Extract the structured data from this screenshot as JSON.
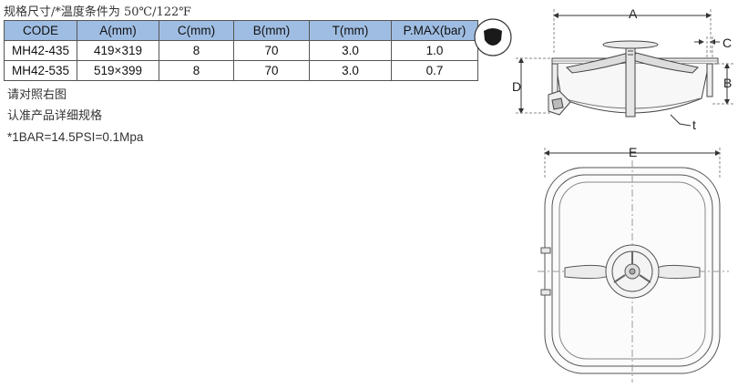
{
  "title": "规格尺寸/*温度条件为 50℃/122℉",
  "table": {
    "headers": [
      "CODE",
      "A(mm)",
      "C(mm)",
      "B(mm)",
      "T(mm)",
      "P.MAX(bar)"
    ],
    "rows": [
      [
        "MH42-435",
        "419×319",
        "8",
        "70",
        "3.0",
        "1.0"
      ],
      [
        "MH42-535",
        "519×399",
        "8",
        "70",
        "3.0",
        "0.7"
      ]
    ],
    "header_bg": "#9fbde2"
  },
  "notes": [
    "请对照右图",
    "认准产品详细规格",
    "*1BAR=14.5PSI=0.1Mpa"
  ],
  "drawing": {
    "dims": {
      "a": "A",
      "b": "B",
      "c": "C",
      "d": "D",
      "t": "t",
      "e": "E"
    },
    "icons": [
      "gasket-profile-icon",
      "manhole-side-view",
      "manhole-top-view"
    ]
  }
}
